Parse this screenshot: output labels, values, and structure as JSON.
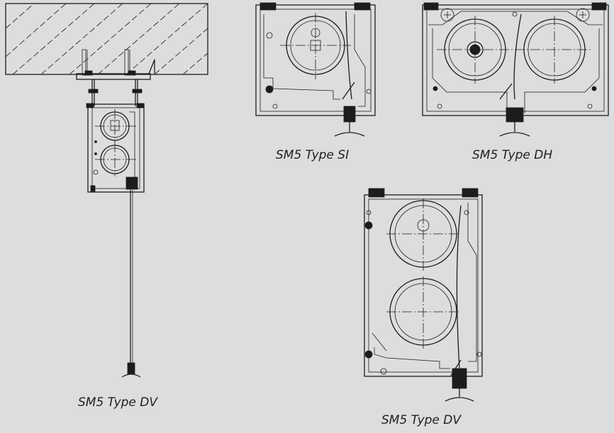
{
  "figures": {
    "dv_mounted": {
      "caption": "SM5 Type DV"
    },
    "si": {
      "caption": "SM5 Type SI"
    },
    "dh": {
      "caption": "SM5 Type DH"
    },
    "dv": {
      "caption": "SM5 Type DV"
    }
  },
  "colors": {
    "background": "#dcddde",
    "line": "#1c1c1c"
  }
}
